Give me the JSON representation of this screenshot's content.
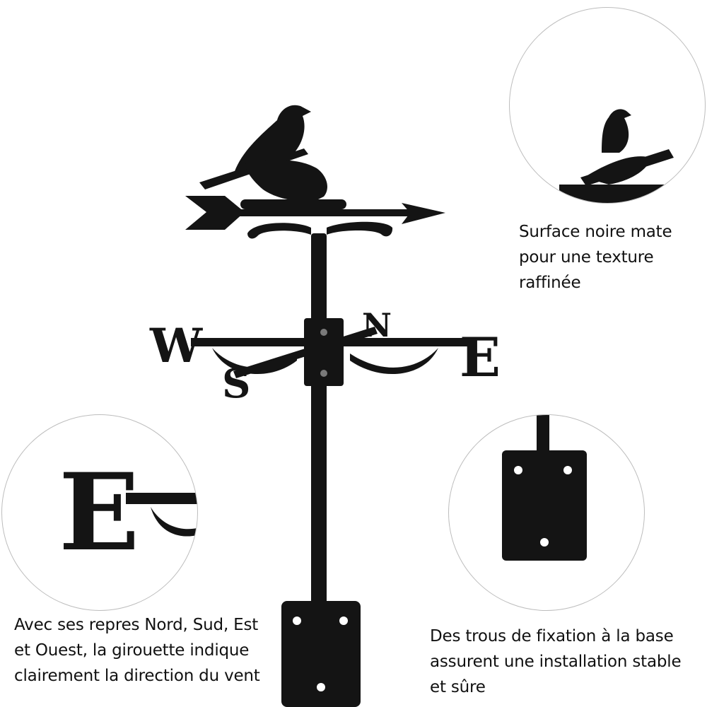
{
  "callouts": {
    "surface": {
      "lines": [
        "Surface noire mate",
        "pour une texture",
        "raffinée"
      ]
    },
    "directions": {
      "lines": [
        "Avec ses repres Nord, Sud, Est",
        "et Ouest, la girouette indique",
        "clairement la direction du vent"
      ]
    },
    "mounting": {
      "lines": [
        "Des trous de fixation à la base",
        "assurent une installation stable",
        "et sûre"
      ]
    }
  },
  "compass_letters": {
    "west": "W",
    "east": "E",
    "north": "N",
    "south": "S"
  },
  "colors": {
    "metal": "#141414",
    "circle_border": "#bdbdbd",
    "background": "#ffffff"
  }
}
